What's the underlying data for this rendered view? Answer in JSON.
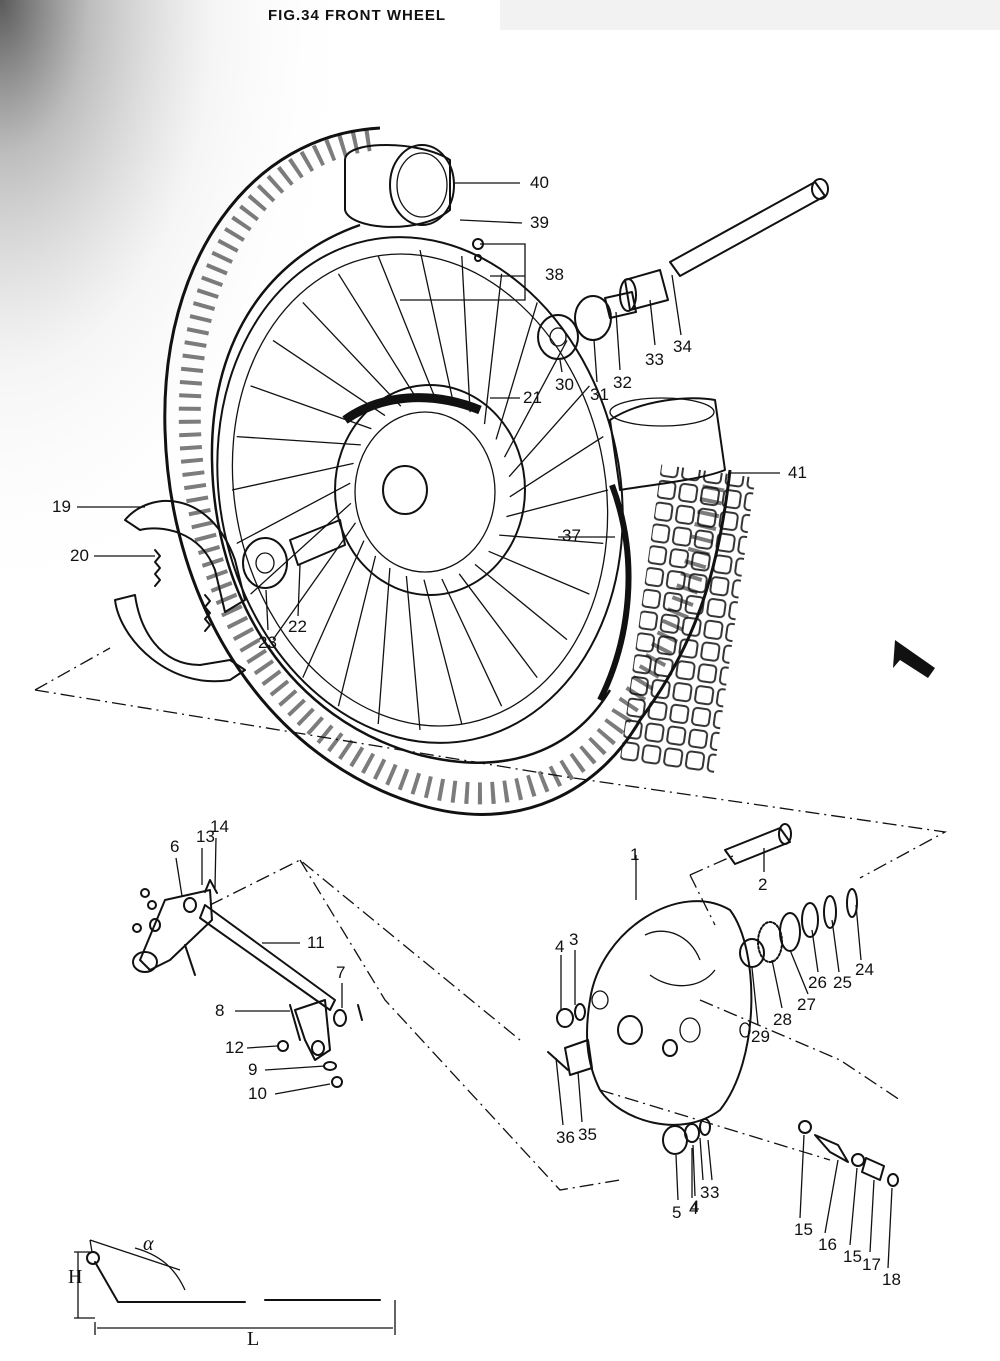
{
  "title": "FIG.34  FRONT WHEEL",
  "direction_mark": "FWD",
  "callouts": [
    "1",
    "2",
    "3",
    "3",
    "3",
    "4",
    "4",
    "4",
    "5",
    "6",
    "7",
    "8",
    "9",
    "10",
    "11",
    "12",
    "13",
    "14",
    "15",
    "15",
    "16",
    "17",
    "18",
    "19",
    "20",
    "21",
    "22",
    "23",
    "24",
    "25",
    "26",
    "27",
    "28",
    "29",
    "30",
    "31",
    "32",
    "33",
    "34",
    "35",
    "36",
    "37",
    "38",
    "39",
    "40",
    "41"
  ],
  "dimension_labels": {
    "alpha": "α",
    "height": "H",
    "length": "L"
  }
}
